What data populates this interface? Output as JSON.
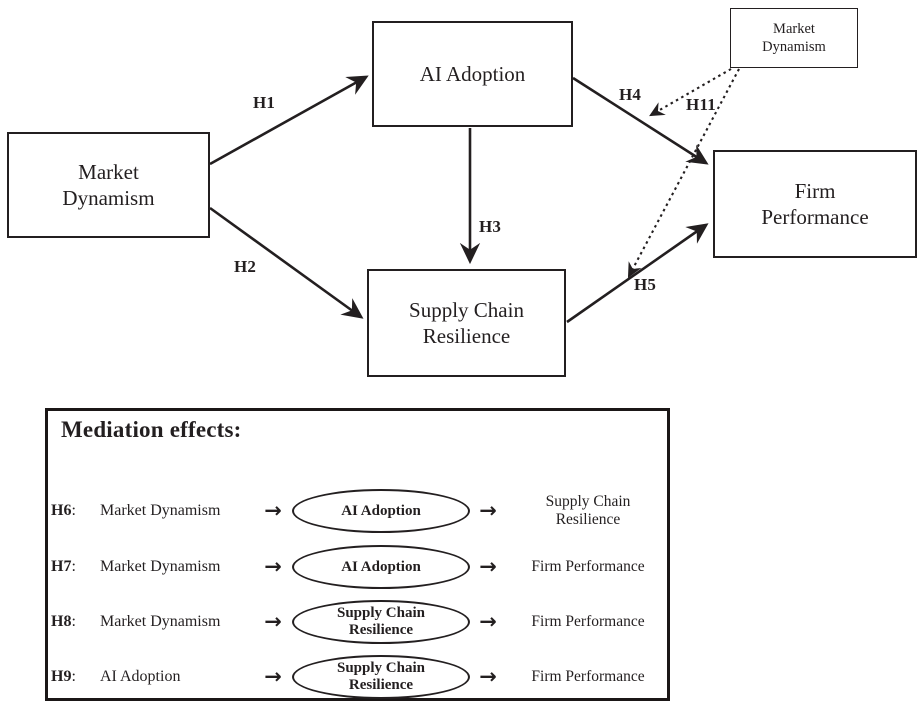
{
  "diagram": {
    "nodes": {
      "market_dynamism": {
        "label": "Market\nDynamism"
      },
      "ai_adoption": {
        "label": "AI Adoption"
      },
      "moderator_market_dynamism": {
        "label": "Market\nDynamism"
      },
      "firm_performance": {
        "label": "Firm\nPerformance"
      },
      "supply_chain_resilience": {
        "label": "Supply Chain\nResilience"
      }
    },
    "labels": {
      "h1": "H1",
      "h2": "H2",
      "h3": "H3",
      "h4": "H4",
      "h5": "H5",
      "h11": "H11"
    }
  },
  "mediation": {
    "title": "Mediation effects:",
    "colon": ":",
    "arrow_glyph": "→",
    "rows": [
      {
        "id": "H6",
        "predictor": "Market Dynamism",
        "mediator": "AI Adoption",
        "outcome": "Supply Chain\nResilience"
      },
      {
        "id": "H7",
        "predictor": "Market Dynamism",
        "mediator": "AI Adoption",
        "outcome": "Firm Performance"
      },
      {
        "id": "H8",
        "predictor": "Market Dynamism",
        "mediator": "Supply Chain\nResilience",
        "outcome": "Firm Performance"
      },
      {
        "id": "H9",
        "predictor": "AI Adoption",
        "mediator": "Supply Chain\nResilience",
        "outcome": "Firm Performance"
      }
    ]
  },
  "colors": {
    "ink": "#231f20",
    "background": "#ffffff"
  }
}
